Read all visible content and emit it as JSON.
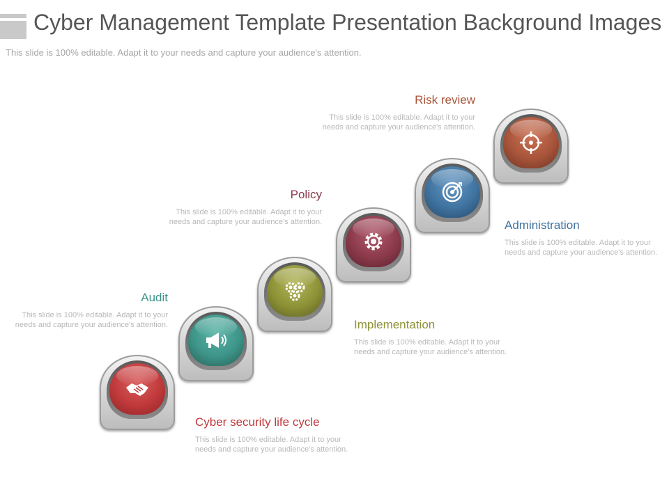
{
  "header": {
    "title": "Cyber Management Template Presentation Background Images",
    "subtitle": "This slide is 100% editable. Adapt it to your needs and capture your audience's attention."
  },
  "steps": [
    {
      "label": "Cyber security life cycle",
      "desc": "This slide is 100% editable. Adapt it to your needs and capture your audience's attention.",
      "color": "#c0393b",
      "icon": "handshake-icon"
    },
    {
      "label": "Audit",
      "desc": "This slide is 100% editable. Adapt it to your needs and capture your audience's attention.",
      "color": "#3d9488",
      "icon": "megaphone-icon"
    },
    {
      "label": "Implementation",
      "desc": "This slide is 100% editable. Adapt it to your needs and capture your audience's attention.",
      "color": "#8e9236",
      "icon": "gears-icon"
    },
    {
      "label": "Policy",
      "desc": "This slide is 100% editable. Adapt it to your needs and capture your audience's attention.",
      "color": "#8c3a4b",
      "icon": "gear-icon"
    },
    {
      "label": "Administration",
      "desc": "This slide is 100% editable. Adapt it to your needs and capture your audience's attention.",
      "color": "#3f73a0",
      "icon": "target-icon"
    },
    {
      "label": "Risk review",
      "desc": "This slide is 100% editable. Adapt it to your needs and capture your audience's attention.",
      "color": "#a8543a",
      "icon": "crosshair-icon"
    }
  ]
}
